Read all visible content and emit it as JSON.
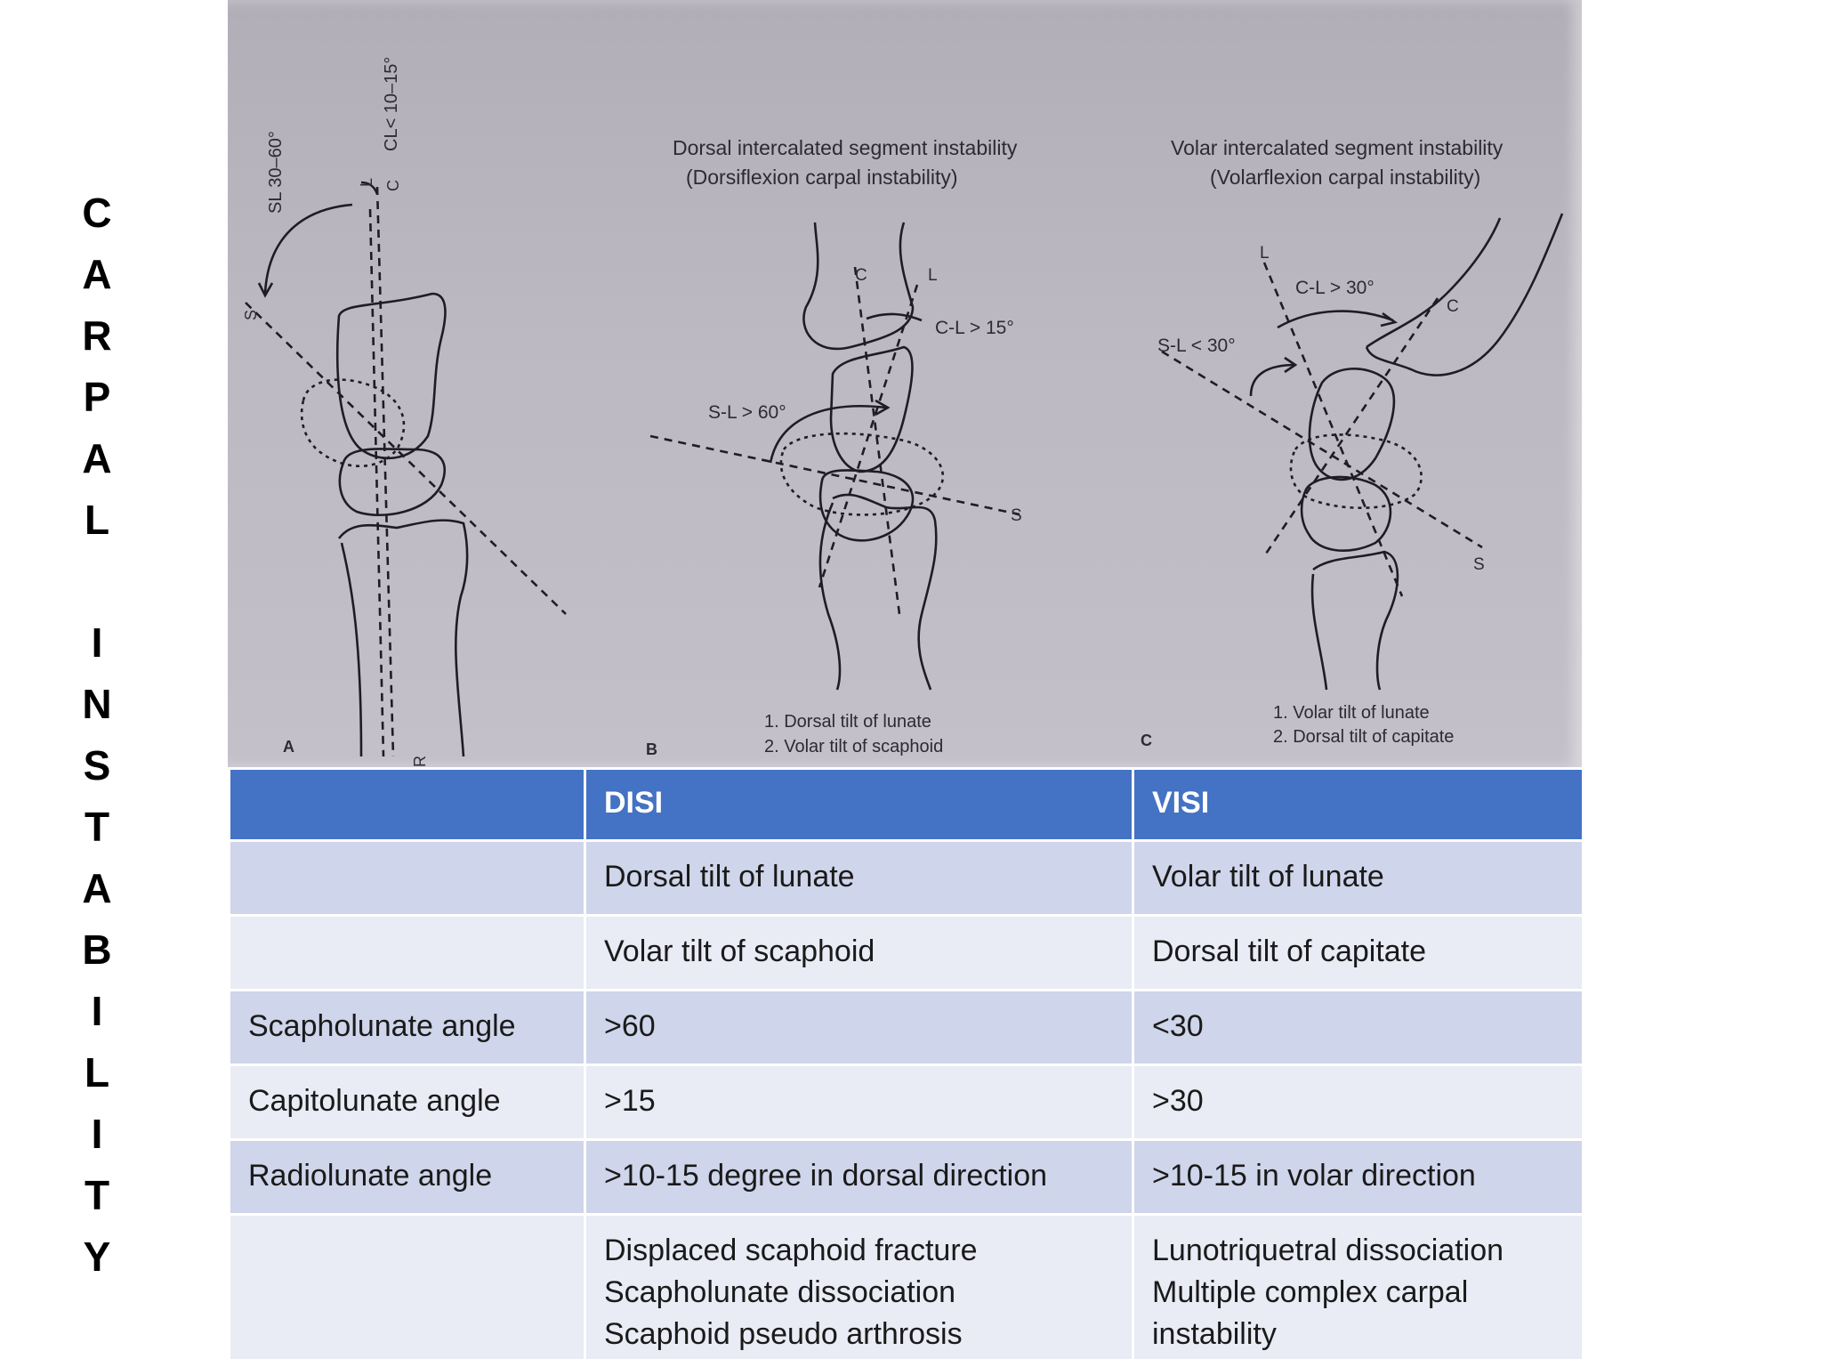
{
  "side_title": [
    "C",
    "A",
    "R",
    "P",
    "A",
    "L",
    "",
    "I",
    "N",
    "S",
    "T",
    "A",
    "B",
    "I",
    "L",
    "I",
    "T",
    "Y"
  ],
  "figure": {
    "panel_a": {
      "letter": "A",
      "sl_label": "SL 30–60°",
      "cl_label": "CL< 10–15°",
      "axis_s": "S",
      "axis_l": "L",
      "axis_c": "C",
      "axis_r": "R"
    },
    "panel_b": {
      "letter": "B",
      "title_1": "Dorsal intercalated segment instability",
      "title_2": "(Dorsiflexion carpal instability)",
      "axis_c": "C",
      "axis_l": "L",
      "axis_s": "S",
      "cl_angle": "C-L > 15°",
      "sl_angle": "S-L > 60°",
      "note_1": "1. Dorsal tilt of lunate",
      "note_2": "2. Volar tilt of scaphoid"
    },
    "panel_c": {
      "letter": "C",
      "title_1": "Volar intercalated segment instability",
      "title_2": "(Volarflexion carpal instability)",
      "axis_l": "L",
      "axis_c": "C",
      "axis_s": "S",
      "cl_angle": "C-L > 30°",
      "sl_angle": "S-L < 30°",
      "note_1": "1. Volar tilt of lunate",
      "note_2": "2. Dorsal tilt of capitate"
    }
  },
  "table": {
    "header": [
      "",
      "DISI",
      "VISI"
    ],
    "rows": [
      {
        "label": "",
        "disi": "Dorsal tilt of lunate",
        "visi": "Volar tilt of lunate"
      },
      {
        "label": "",
        "disi": "Volar tilt of scaphoid",
        "visi": "Dorsal tilt of capitate"
      },
      {
        "label": "Scapholunate angle",
        "disi": ">60",
        "visi": "<30"
      },
      {
        "label": "Capitolunate angle",
        "disi": ">15",
        "visi": ">30"
      },
      {
        "label": "Radiolunate angle",
        "disi": ">10-15 degree in dorsal direction",
        "visi": ">10-15 in volar direction"
      },
      {
        "label": "",
        "disi_lines": [
          "Displaced scaphoid fracture",
          "Scapholunate dissociation",
          "Scaphoid pseudo arthrosis"
        ],
        "visi_lines": [
          "Lunotriquetral dissociation",
          "Multiple complex carpal",
          "instability"
        ]
      }
    ]
  }
}
